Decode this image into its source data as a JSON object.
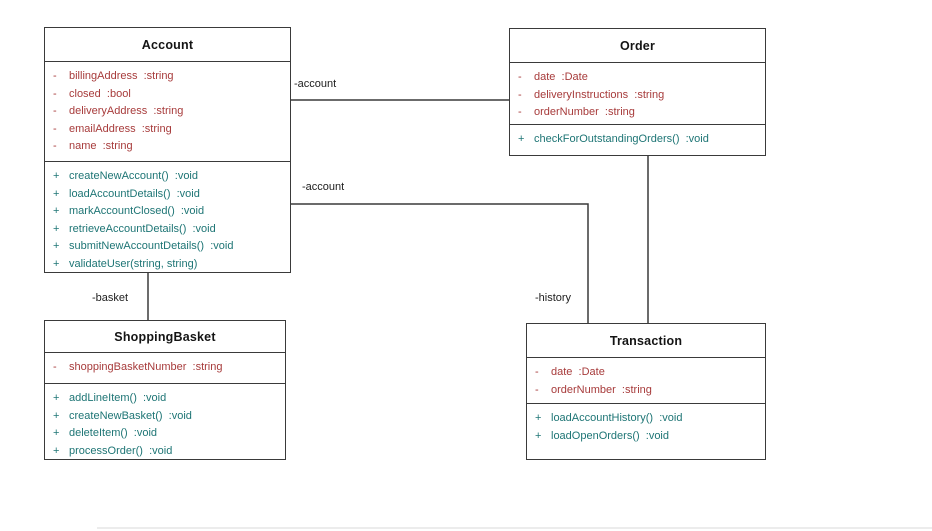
{
  "colors": {
    "attribute_text": "#a73b3b",
    "method_text": "#1e7575",
    "title_text": "#141414",
    "line": "#3a3a3a"
  },
  "classes": {
    "account": {
      "name": "Account",
      "attributes": [
        {
          "vis": "-",
          "text": "billingAddress  :string"
        },
        {
          "vis": "-",
          "text": "closed  :bool"
        },
        {
          "vis": "-",
          "text": "deliveryAddress  :string"
        },
        {
          "vis": "-",
          "text": "emailAddress  :string"
        },
        {
          "vis": "-",
          "text": "name  :string"
        }
      ],
      "methods": [
        {
          "vis": "+",
          "text": "createNewAccount()  :void"
        },
        {
          "vis": "+",
          "text": "loadAccountDetails()  :void"
        },
        {
          "vis": "+",
          "text": "markAccountClosed()  :void"
        },
        {
          "vis": "+",
          "text": "retrieveAccountDetails()  :void"
        },
        {
          "vis": "+",
          "text": "submitNewAccountDetails()  :void"
        },
        {
          "vis": "+",
          "text": "validateUser(string, string)"
        }
      ]
    },
    "order": {
      "name": "Order",
      "attributes": [
        {
          "vis": "-",
          "text": "date  :Date"
        },
        {
          "vis": "-",
          "text": "deliveryInstructions  :string"
        },
        {
          "vis": "-",
          "text": "orderNumber  :string"
        }
      ],
      "methods": [
        {
          "vis": "+",
          "text": "checkForOutstandingOrders()  :void"
        }
      ]
    },
    "shopping_basket": {
      "name": "ShoppingBasket",
      "attributes": [
        {
          "vis": "-",
          "text": "shoppingBasketNumber  :string"
        }
      ],
      "methods": [
        {
          "vis": "+",
          "text": "addLineItem()  :void"
        },
        {
          "vis": "+",
          "text": "createNewBasket()  :void"
        },
        {
          "vis": "+",
          "text": "deleteItem()  :void"
        },
        {
          "vis": "+",
          "text": "processOrder()  :void"
        }
      ]
    },
    "transaction": {
      "name": "Transaction",
      "attributes": [
        {
          "vis": "-",
          "text": "date  :Date"
        },
        {
          "vis": "-",
          "text": "orderNumber  :string"
        }
      ],
      "methods": [
        {
          "vis": "+",
          "text": "loadAccountHistory()  :void"
        },
        {
          "vis": "+",
          "text": "loadOpenOrders()  :void"
        }
      ]
    }
  },
  "edges": {
    "account_order": {
      "label": "-account"
    },
    "account_transaction": {
      "label": "-account",
      "role_label": "-history"
    },
    "account_shoppingbasket": {
      "label": "-basket"
    }
  }
}
